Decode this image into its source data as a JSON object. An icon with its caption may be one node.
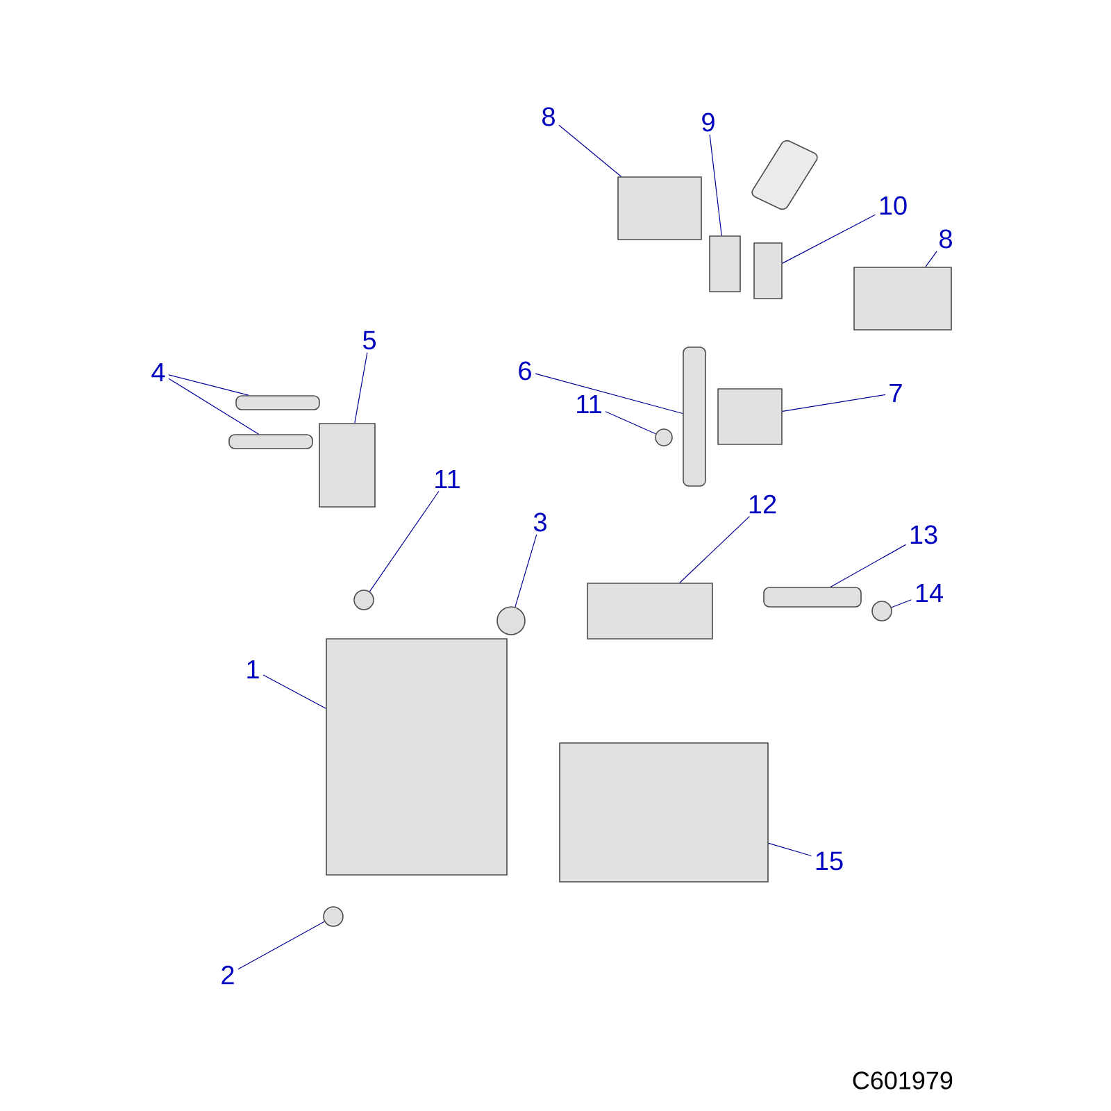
{
  "diagram": {
    "nodes": [
      {
        "text": [
          "8"
        ]
      },
      {
        "text": [
          "9"
        ]
      },
      {
        "text": [
          "10"
        ]
      },
      {
        "text": [
          "8"
        ]
      },
      {
        "text": [
          "4"
        ]
      },
      {
        "text": [
          "5"
        ]
      },
      {
        "text": [
          "6"
        ]
      },
      {
        "text": [
          "11"
        ]
      },
      {
        "text": [
          "7"
        ]
      },
      {
        "text": [
          "11"
        ]
      },
      {
        "text": [
          "3"
        ]
      },
      {
        "text": [
          "12"
        ]
      },
      {
        "text": [
          "13"
        ]
      },
      {
        "text": [
          "14"
        ]
      },
      {
        "text": [
          "1"
        ]
      },
      {
        "text": [
          "15"
        ]
      },
      {
        "text": [
          "2"
        ]
      },
      {
        "text": [],
        "shape": "box"
      },
      {
        "text": [],
        "shape": "box"
      },
      {
        "text": [],
        "shape": "box"
      },
      {
        "text": [],
        "shape": "box"
      },
      {
        "text": [],
        "shape": "bar"
      },
      {
        "text": [],
        "shape": "bar"
      },
      {
        "text": [],
        "shape": "box"
      },
      {
        "text": [],
        "shape": "bar"
      },
      {
        "text": [],
        "shape": "circle"
      },
      {
        "text": [],
        "shape": "box"
      },
      {
        "text": [],
        "shape": "circle"
      },
      {
        "text": [],
        "shape": "circle"
      },
      {
        "text": [],
        "shape": "box"
      },
      {
        "text": [],
        "shape": "bar"
      },
      {
        "text": [],
        "shape": "circle"
      },
      {
        "text": [],
        "shape": "box"
      },
      {
        "text": [],
        "shape": "box"
      },
      {
        "text": [],
        "shape": "circle"
      }
    ],
    "edges": [
      {
        "from": 0,
        "to": 17,
        "arrow": "none"
      },
      {
        "from": 1,
        "to": 18,
        "arrow": "none"
      },
      {
        "from": 2,
        "to": 19,
        "arrow": "none"
      },
      {
        "from": 3,
        "to": 20,
        "arrow": "none"
      },
      {
        "from": 4,
        "to": 21,
        "arrow": "none"
      },
      {
        "from": 4,
        "to": 22,
        "arrow": "none"
      },
      {
        "from": 5,
        "to": 23,
        "arrow": "none"
      },
      {
        "from": 6,
        "to": 24,
        "arrow": "none"
      },
      {
        "from": 7,
        "to": 25,
        "arrow": "none"
      },
      {
        "from": 8,
        "to": 26,
        "arrow": "none"
      },
      {
        "from": 9,
        "to": 27,
        "arrow": "none"
      },
      {
        "from": 10,
        "to": 28,
        "arrow": "none"
      },
      {
        "from": 11,
        "to": 29,
        "arrow": "none"
      },
      {
        "from": 12,
        "to": 30,
        "arrow": "none"
      },
      {
        "from": 13,
        "to": 31,
        "arrow": "none"
      },
      {
        "from": 14,
        "to": 32,
        "arrow": "none"
      },
      {
        "from": 15,
        "to": 33,
        "arrow": "none"
      },
      {
        "from": 16,
        "to": 34,
        "arrow": "none"
      }
    ],
    "labels": [
      "C601979"
    ]
  }
}
